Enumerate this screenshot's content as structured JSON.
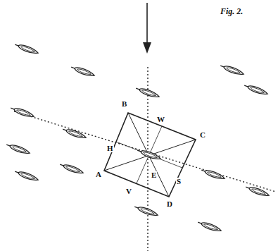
{
  "diagram": {
    "labels": [
      "Fig. 2.",
      "B",
      "W",
      "C",
      "H",
      "A",
      "E",
      "V",
      "S",
      "D"
    ]
  }
}
